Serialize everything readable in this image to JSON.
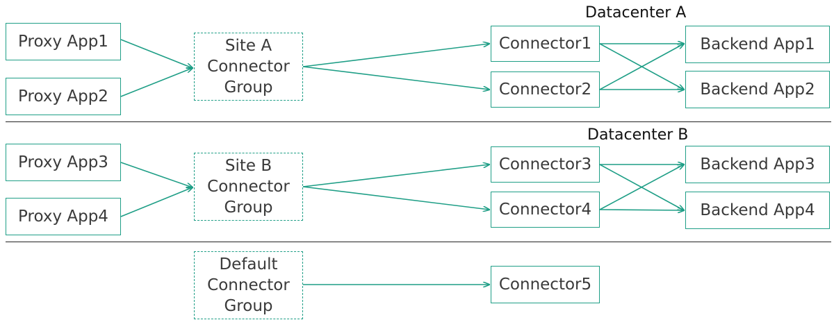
{
  "colors": {
    "accent": "#1e9e86",
    "text": "#3a3a3a",
    "divider": "#222222"
  },
  "sections": [
    {
      "heading": "Datacenter A",
      "proxy_apps": [
        "Proxy App1",
        "Proxy App2"
      ],
      "connector_group": "Site A\nConnector\nGroup",
      "connectors": [
        "Connector1",
        "Connector2"
      ],
      "backend_apps": [
        "Backend App1",
        "Backend App2"
      ]
    },
    {
      "heading": "Datacenter B",
      "proxy_apps": [
        "Proxy App3",
        "Proxy App4"
      ],
      "connector_group": "Site B\nConnector\nGroup",
      "connectors": [
        "Connector3",
        "Connector4"
      ],
      "backend_apps": [
        "Backend App3",
        "Backend App4"
      ]
    },
    {
      "connector_group": "Default\nConnector\nGroup",
      "connectors": [
        "Connector5"
      ]
    }
  ]
}
